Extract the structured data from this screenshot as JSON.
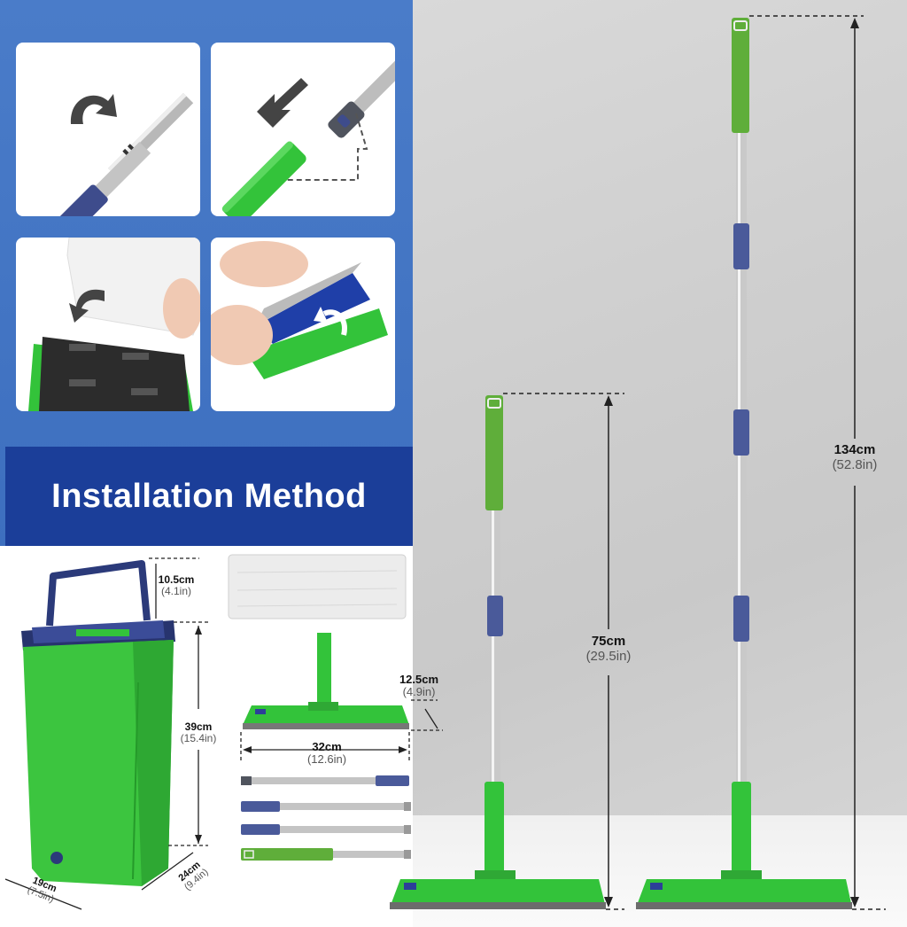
{
  "banner": {
    "title": "Installation Method"
  },
  "colors": {
    "brand_blue": "#1b3e99",
    "panel_blue": "#4a7cc9",
    "mop_green": "#33c33a",
    "accent_navy": "#3e4c8c"
  },
  "dimensions": {
    "tall_mop": {
      "cm": "134cm",
      "in": "(52.8in)"
    },
    "short_mop": {
      "cm": "75cm",
      "in": "(29.5in)"
    },
    "pad_width": {
      "cm": "32cm",
      "in": "(12.6in)"
    },
    "pad_depth": {
      "cm": "12.5cm",
      "in": "(4.9in)"
    },
    "bucket_handle": {
      "cm": "10.5cm",
      "in": "(4.1in)"
    },
    "bucket_height": {
      "cm": "39cm",
      "in": "(15.4in)"
    },
    "bucket_width": {
      "cm": "19cm",
      "in": "(7.5in)"
    },
    "bucket_depth": {
      "cm": "24cm",
      "in": "(9.4in)"
    }
  },
  "icons": [
    "rotate-arrow-icon",
    "insert-arrow-icon",
    "attach-pad-arrow-icon"
  ]
}
